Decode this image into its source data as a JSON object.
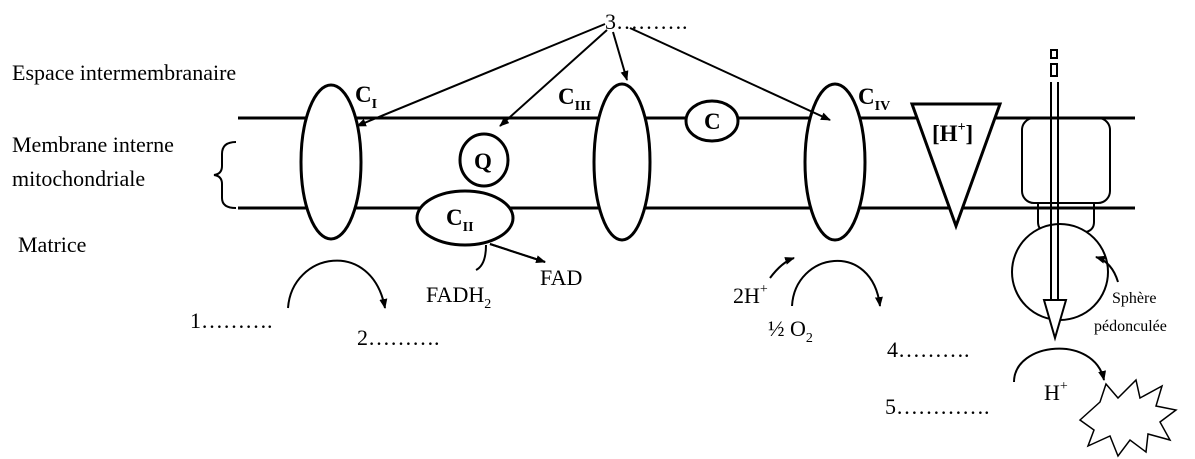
{
  "regions": {
    "intermembrane_space": "Espace intermembranaire",
    "inner_membrane_line1": "Membrane interne",
    "inner_membrane_line2": "mitochondriale",
    "matrix": "Matrice"
  },
  "complexes": {
    "c1": {
      "main": "C",
      "sub": "I"
    },
    "c2": {
      "main": "C",
      "sub": "II"
    },
    "c3": {
      "main": "C",
      "sub": "III"
    },
    "c4": {
      "main": "C",
      "sub": "IV"
    },
    "q": "Q",
    "cyt_c": "C",
    "proton_gradient": {
      "open": "[H",
      "sup": "+",
      "close": "]"
    }
  },
  "molecules": {
    "fadh2": {
      "main": "FADH",
      "sub": "2"
    },
    "fad": "FAD",
    "two_h": {
      "main": "2H",
      "sup": "+"
    },
    "half_o2": {
      "main": "½ O",
      "sub": "2"
    },
    "h_plus": {
      "main": "H",
      "sup": "+"
    }
  },
  "atp_synthase": {
    "line1": "Sphère",
    "line2": "pédonculée"
  },
  "blanks": {
    "b1": "1……….",
    "b2": "2……….",
    "b3": "3……….",
    "b4": "4……….",
    "b5": "5…………."
  }
}
